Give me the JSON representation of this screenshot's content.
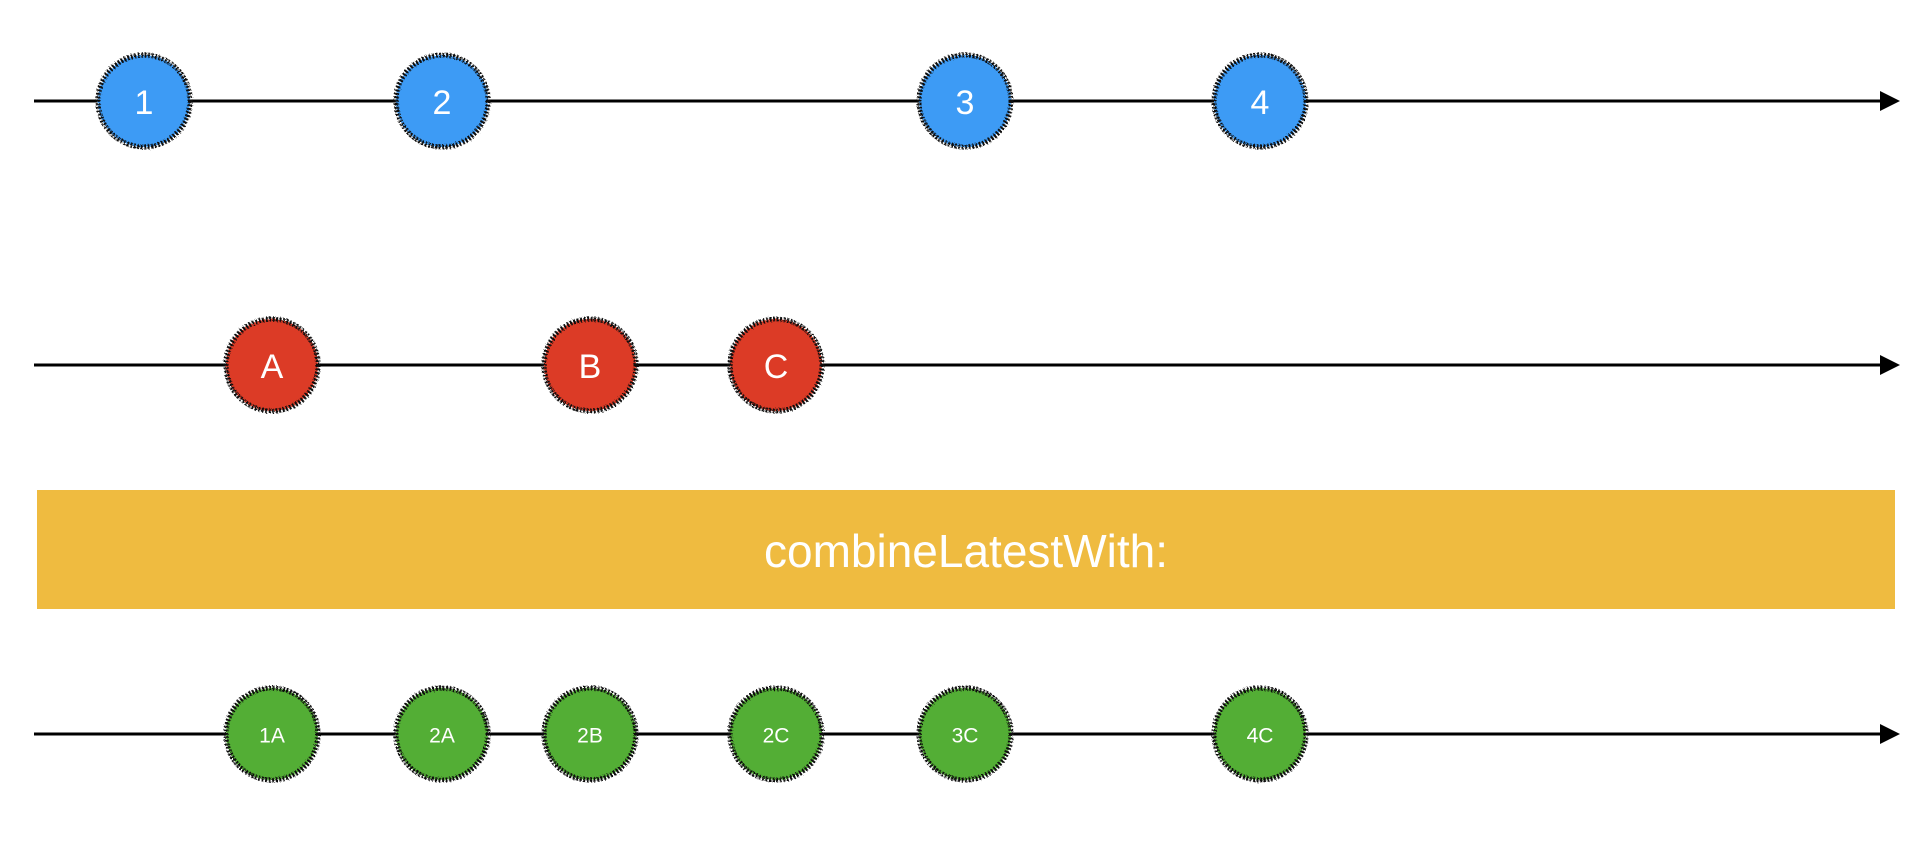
{
  "colors": {
    "background": "#ffffff",
    "timeline": "#000000",
    "marble_border": "#111111",
    "source_a": "#3d9bf5",
    "source_b": "#dc3a28",
    "result": "#52ae34",
    "operator_bar": "#efbb40",
    "operator_text": "#ffffff"
  },
  "operator": {
    "label": "combineLatestWith:"
  },
  "timelines": [
    {
      "role": "source-a",
      "color": "#3d9bf5",
      "marbles": [
        {
          "label": "1",
          "t": 1
        },
        {
          "label": "2",
          "t": 3
        },
        {
          "label": "3",
          "t": 6
        },
        {
          "label": "4",
          "t": 8
        }
      ]
    },
    {
      "role": "source-b",
      "color": "#dc3a28",
      "marbles": [
        {
          "label": "A",
          "t": 2
        },
        {
          "label": "B",
          "t": 4
        },
        {
          "label": "C",
          "t": 5
        }
      ]
    },
    {
      "role": "result",
      "color": "#52ae34",
      "marbles": [
        {
          "label": "1A",
          "t": 2
        },
        {
          "label": "2A",
          "t": 3
        },
        {
          "label": "2B",
          "t": 4
        },
        {
          "label": "2C",
          "t": 5
        },
        {
          "label": "3C",
          "t": 6
        },
        {
          "label": "4C",
          "t": 8
        }
      ]
    }
  ]
}
